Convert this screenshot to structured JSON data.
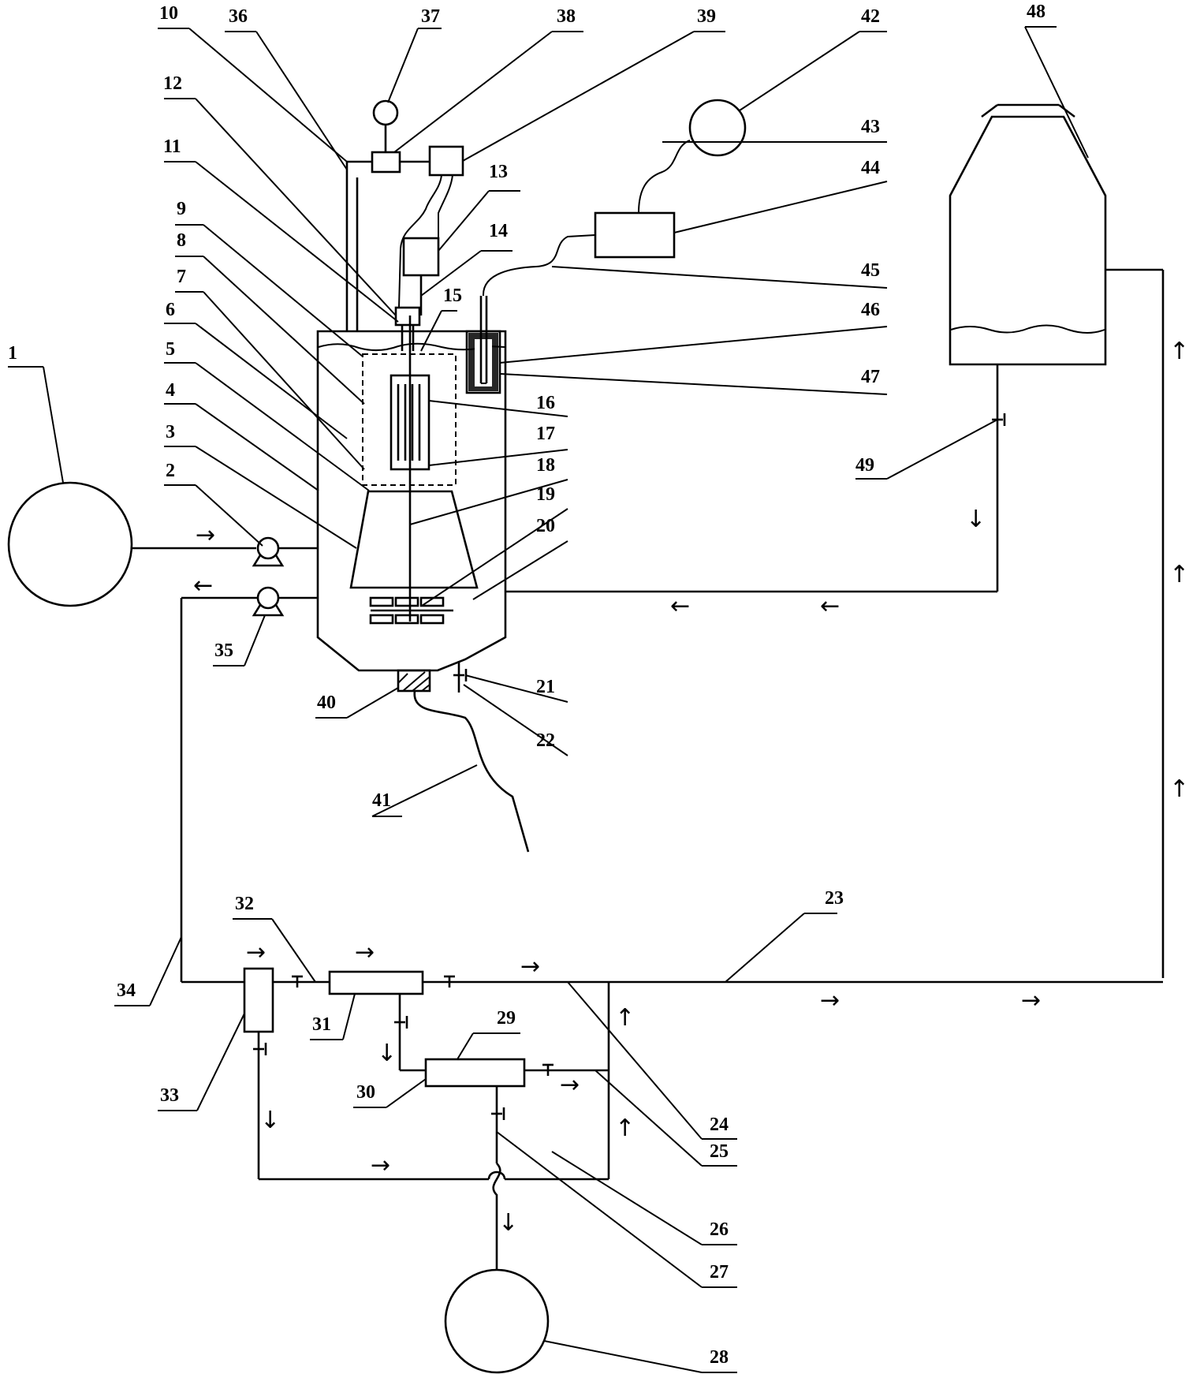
{
  "labels": {
    "l1": "1",
    "l2": "2",
    "l3": "3",
    "l4": "4",
    "l5": "5",
    "l6": "6",
    "l7": "7",
    "l8": "8",
    "l9": "9",
    "l10": "10",
    "l11": "11",
    "l12": "12",
    "l13": "13",
    "l14": "14",
    "l15": "15",
    "l16": "16",
    "l17": "17",
    "l18": "18",
    "l19": "19",
    "l20": "20",
    "l21": "21",
    "l22": "22",
    "l23": "23",
    "l24": "24",
    "l25": "25",
    "l26": "26",
    "l27": "27",
    "l28": "28",
    "l29": "29",
    "l30": "30",
    "l31": "31",
    "l32": "32",
    "l33": "33",
    "l34": "34",
    "l35": "35",
    "l36": "36",
    "l37": "37",
    "l38": "38",
    "l39": "39",
    "l40": "40",
    "l41": "41",
    "l42": "42",
    "l43": "43",
    "l44": "44",
    "l45": "45",
    "l46": "46",
    "l47": "47",
    "l48": "48",
    "l49": "49"
  },
  "arrows": {
    "right": "→",
    "left": "←",
    "up": "↑",
    "down": "↓"
  }
}
